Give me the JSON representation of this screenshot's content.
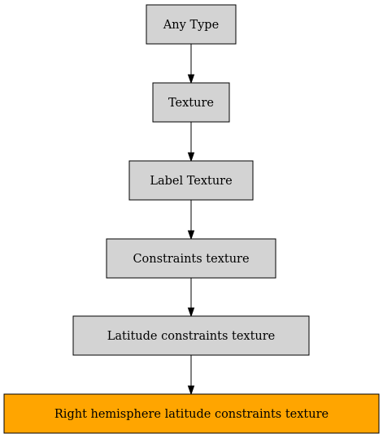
{
  "diagram": {
    "nodes": [
      {
        "id": "any-type",
        "label": "Any Type",
        "fill": "#d3d3d3",
        "highlighted": false
      },
      {
        "id": "texture",
        "label": "Texture",
        "fill": "#d3d3d3",
        "highlighted": false
      },
      {
        "id": "label-texture",
        "label": "Label Texture",
        "fill": "#d3d3d3",
        "highlighted": false
      },
      {
        "id": "constraints-texture",
        "label": "Constraints texture",
        "fill": "#d3d3d3",
        "highlighted": false
      },
      {
        "id": "latitude-constraints-texture",
        "label": "Latitude constraints texture",
        "fill": "#d3d3d3",
        "highlighted": false
      },
      {
        "id": "right-hemisphere-latitude-constraints-texture",
        "label": "Right hemisphere latitude constraints texture",
        "fill": "#ffa500",
        "highlighted": true
      }
    ],
    "edges": [
      {
        "from": "any-type",
        "to": "texture"
      },
      {
        "from": "texture",
        "to": "label-texture"
      },
      {
        "from": "label-texture",
        "to": "constraints-texture"
      },
      {
        "from": "constraints-texture",
        "to": "latitude-constraints-texture"
      },
      {
        "from": "latitude-constraints-texture",
        "to": "right-hemisphere-latitude-constraints-texture"
      }
    ],
    "colors": {
      "default_fill": "#d3d3d3",
      "highlight_fill": "#ffa500",
      "stroke": "#000000"
    }
  }
}
